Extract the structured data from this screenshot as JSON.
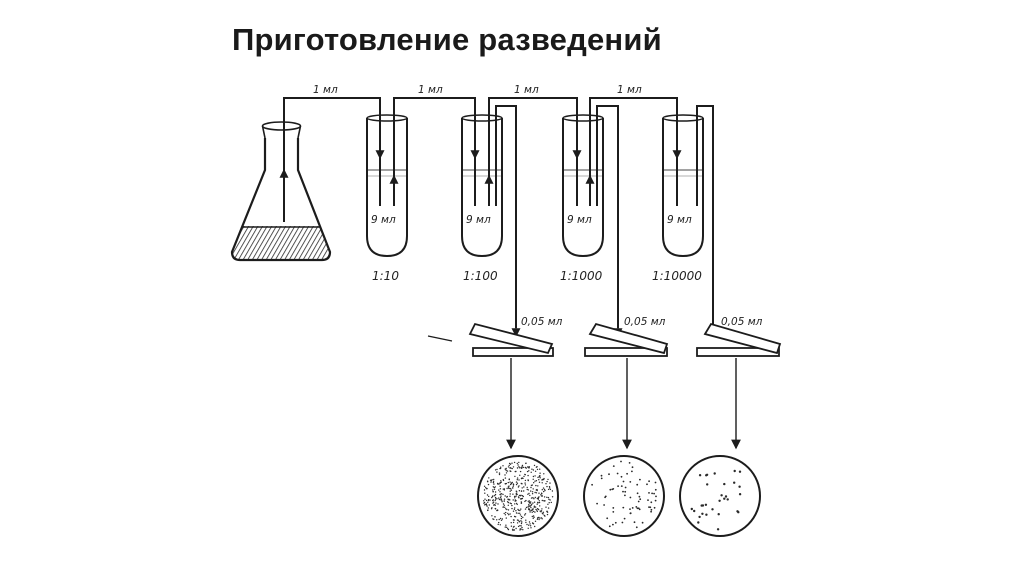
{
  "title": "Приготовление разведений",
  "transfer_label": "1 мл",
  "tube_volume_label": "9 мл",
  "plating_volume_label": "0,05 мл",
  "dilutions": [
    "1:10",
    "1:100",
    "1:1000",
    "1:10000"
  ]
}
